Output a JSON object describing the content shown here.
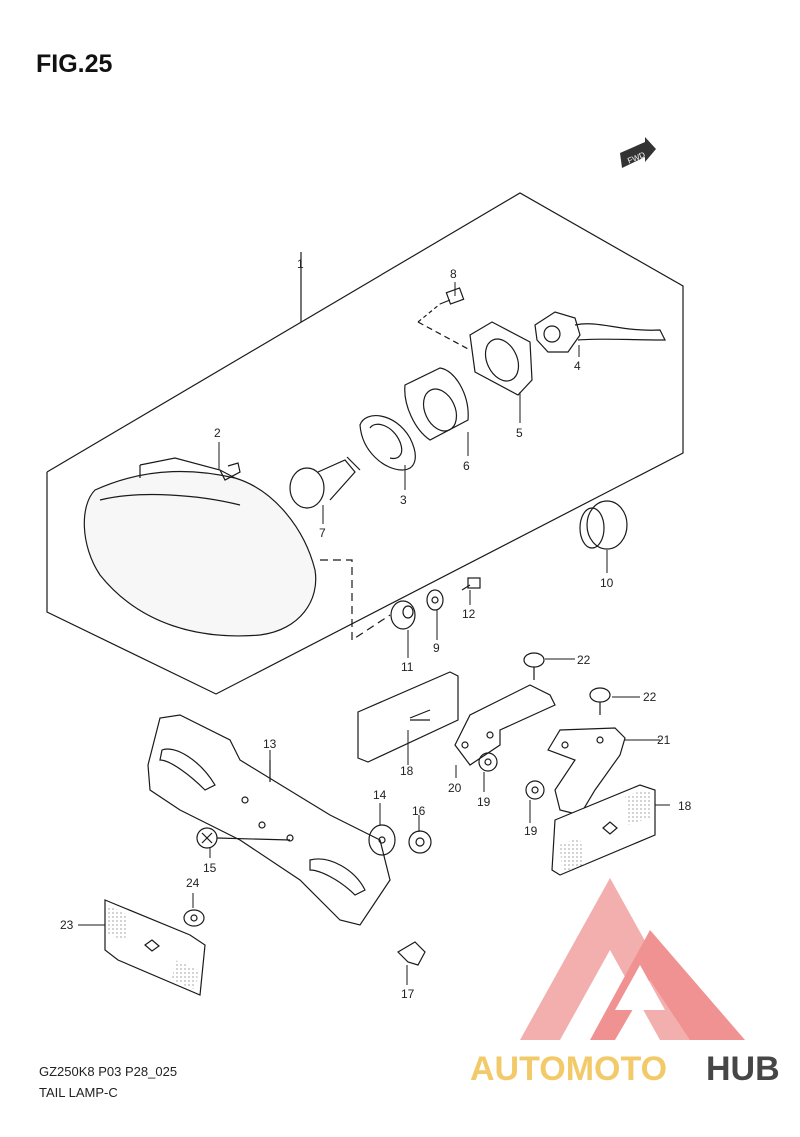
{
  "header": {
    "title": "FIG.25"
  },
  "fwd_label": "FWD",
  "footer": {
    "code": "GZ250K8 P03 P28_025",
    "name": "TAIL LAMP-C"
  },
  "watermark": {
    "word_a": "AUTOMOTO",
    "word_b": "HUB",
    "color_light": "#f2c55a",
    "color_mid": "#ee7a6a",
    "color_dark": "#333333"
  },
  "callouts": [
    "1",
    "2",
    "3",
    "4",
    "5",
    "6",
    "7",
    "8",
    "9",
    "10",
    "11",
    "12",
    "13",
    "14",
    "15",
    "16",
    "17",
    "18",
    "18",
    "19",
    "19",
    "20",
    "21",
    "22",
    "22",
    "23",
    "24"
  ],
  "colors": {
    "line": "#1a1a1a",
    "text": "#222222"
  }
}
